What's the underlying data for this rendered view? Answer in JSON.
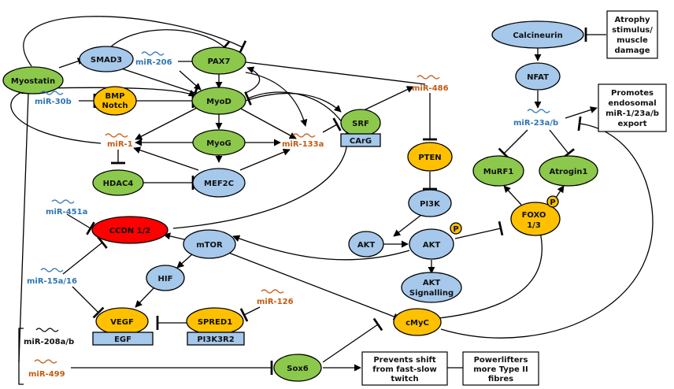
{
  "colors": {
    "green": "#8cc84b",
    "blue": "#a5c8eb",
    "orange": "#ffc000",
    "red": "#ff0000",
    "mir_blue": "#2e75b6",
    "mir_orange": "#c55a11",
    "mir_black": "#111111"
  },
  "nodes": {
    "myostatin": "Myostatin",
    "smad3": "SMAD3",
    "pax7": "PAX7",
    "bmp_notch_1": "BMP",
    "bmp_notch_2": "Notch",
    "myod": "MyoD",
    "myog": "MyoG",
    "mef2c": "MEF2C",
    "hdac4": "HDAC4",
    "srf": "SRF",
    "carg": "CArG",
    "pten": "PTEN",
    "pi3k": "PI3K",
    "akt_left": "AKT",
    "akt_right": "AKT",
    "akt_signalling_1": "AKT",
    "akt_signalling_2": "Signalling",
    "calcineurin": "Calcineurin",
    "nfat": "NFAT",
    "murf1": "MuRF1",
    "atrogin1": "Atrogin1",
    "foxo_1": "FOXO",
    "foxo_2": "1/3",
    "ccdn": "CCDN 1/2",
    "mtor": "mTOR",
    "hif": "HIF",
    "vegf": "VEGF",
    "egf": "EGF",
    "spred1": "SPRED1",
    "pi3k3r2": "PI3K3R2",
    "cmyc": "cMyC",
    "sox6": "Sox6",
    "phospho": "P"
  },
  "mirnas": {
    "mir206": "miR-206",
    "mir30b": "miR-30b",
    "mir1": "miR-1",
    "mir133a": "miR-133a",
    "mir486": "miR-486",
    "mir23ab": "miR-23a/b",
    "mir451a": "miR-451a",
    "mir15a16": "miR-15a/16",
    "mir126": "miR-126",
    "mir208ab": "miR-208a/b",
    "mir499": "miR-499"
  },
  "boxes": {
    "atrophy": [
      "Atrophy",
      "stimulus/",
      "muscle",
      "damage"
    ],
    "endosomal": [
      "Promotes",
      "endosomal",
      "miR-1/23a/b",
      "export"
    ],
    "prevents": [
      "Prevents shift",
      "from fast-slow",
      "twitch"
    ],
    "powerlifters": [
      "Powerlifters",
      "more Type II",
      "fibres"
    ]
  }
}
